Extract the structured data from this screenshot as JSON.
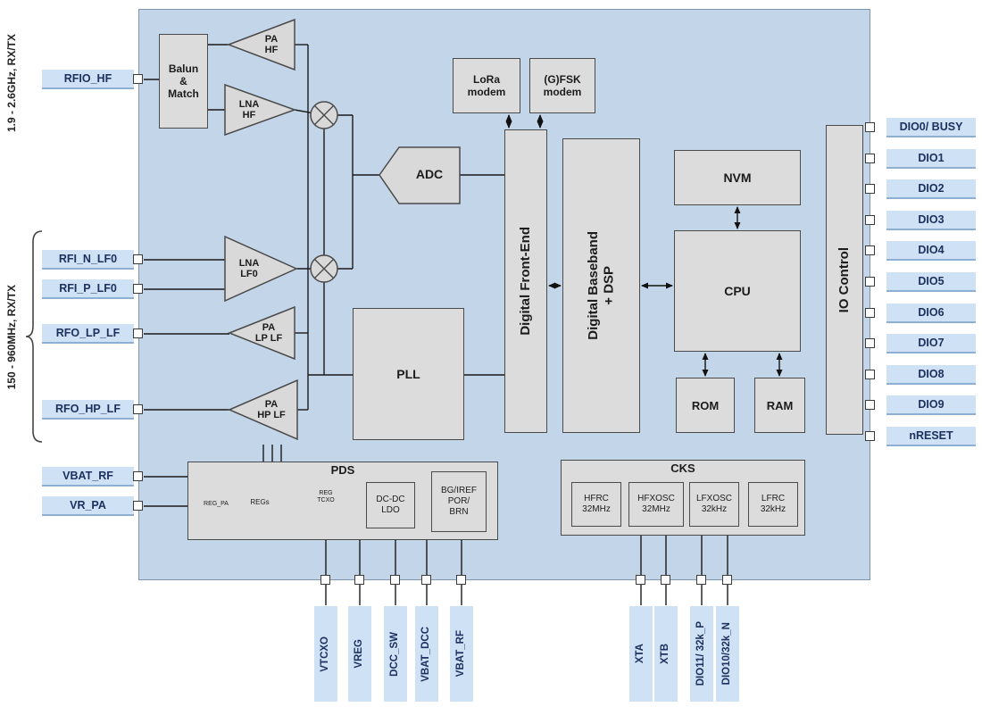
{
  "title": "RF transceiver block diagram",
  "colors": {
    "diagram_bg": "#c3d5e8",
    "block_fill": "#dcdcdc",
    "pin_label_bg": "#cfe1f4",
    "pin_label_text": "#1d3160",
    "wire": "#1a1a1a"
  },
  "margins": {
    "top_left": "1.9 - 2.6GHz, RX/TX",
    "mid_left": "150 - 960MHz, RX/TX"
  },
  "pins": {
    "left": [
      "RFIO_HF",
      "RFI_N_LF0",
      "RFI_P_LF0",
      "RFO_LP_LF",
      "RFO_HP_LF",
      "VBAT_RF",
      "VR_PA"
    ],
    "right": [
      "DIO0/ BUSY",
      "DIO1",
      "DIO2",
      "DIO3",
      "DIO4",
      "DIO5",
      "DIO6",
      "DIO7",
      "DIO8",
      "DIO9",
      "nRESET"
    ],
    "bottom": [
      "VTCXO",
      "VREG",
      "DCC_SW",
      "VBAT_DCC",
      "VBAT_RF",
      "XTA",
      "XTB",
      "DIO11/ 32k_P",
      "DIO10/32k_N"
    ]
  },
  "blocks": {
    "balun": "Balun\n&\nMatch",
    "pa_hf": "PA\nHF",
    "lna_hf": "LNA\nHF",
    "lna_lf0": "LNA\nLF0",
    "pa_lp_lf": "PA\nLP LF",
    "pa_hp_lf": "PA\nHP LF",
    "adc": "ADC",
    "pll": "PLL",
    "lora_modem": "LoRa\nmodem",
    "gfsk_modem": "(G)FSK\nmodem",
    "dfe": "Digital Front-End",
    "baseband": "Digital Baseband\n+ DSP",
    "nvm": "NVM",
    "cpu": "CPU",
    "rom": "ROM",
    "ram": "RAM",
    "io_control": "IO Control",
    "pds": "PDS",
    "reg_pa": "REG_PA",
    "regs": "REGs",
    "reg_tcxo": "REG\nTCXO",
    "dcdc_ldo": "DC-DC\nLDO",
    "bg_iref": "BG/IREF\nPOR/\nBRN",
    "cks": "CKS",
    "hfrc": "HFRC\n32MHz",
    "hfxosc": "HFXOSC\n32MHz",
    "lfxosc": "LFXOSC\n32kHz",
    "lfrc": "LFRC\n32kHz"
  }
}
